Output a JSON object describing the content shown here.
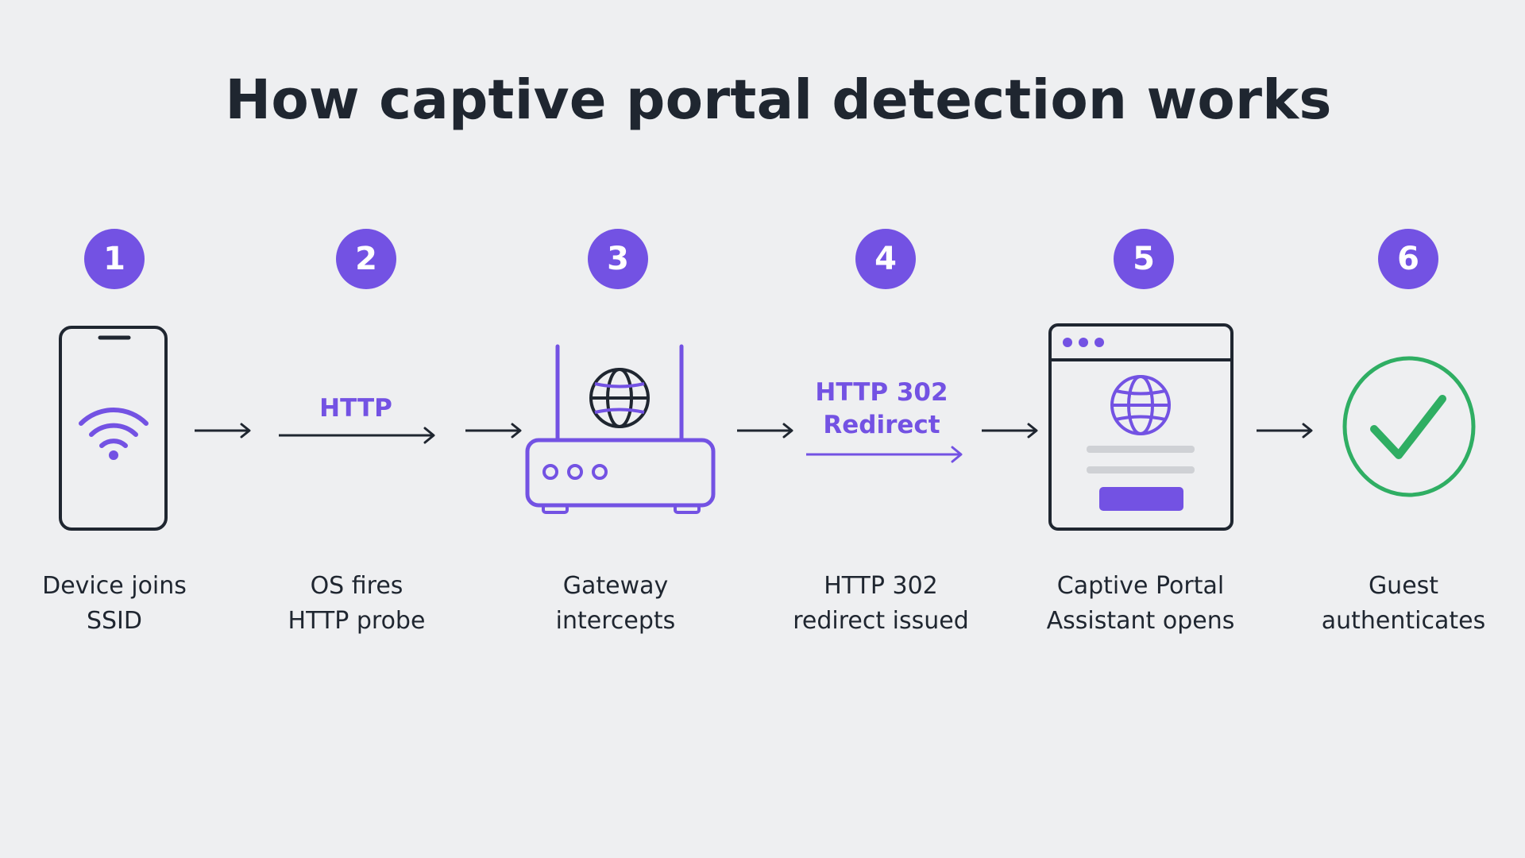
{
  "title": "How captive portal detection works",
  "colors": {
    "accent": "#7352e3",
    "dark": "#1f2630",
    "success": "#2fae63",
    "placeholder": "#cfd1d5",
    "background": "#eeeff1"
  },
  "steps": [
    {
      "number": "1",
      "caption_line1": "Device joins",
      "caption_line2": "SSID",
      "icon": "smartphone-wifi-icon"
    },
    {
      "number": "2",
      "caption_line1": "OS fires",
      "caption_line2": "HTTP probe",
      "icon": "http-arrow"
    },
    {
      "number": "3",
      "caption_line1": "Gateway",
      "caption_line2": "intercepts",
      "icon": "router-globe-icon"
    },
    {
      "number": "4",
      "caption_line1": "HTTP 302",
      "caption_line2": "redirect issued",
      "icon": "redirect-arrow"
    },
    {
      "number": "5",
      "caption_line1": "Captive Portal",
      "caption_line2": "Assistant opens",
      "icon": "browser-portal-icon"
    },
    {
      "number": "6",
      "caption_line1": "Guest",
      "caption_line2": "authenticates",
      "icon": "check-circle-icon"
    }
  ],
  "arrows": {
    "http_label": "HTTP",
    "redirect_line1": "HTTP 302",
    "redirect_line2": "Redirect"
  }
}
